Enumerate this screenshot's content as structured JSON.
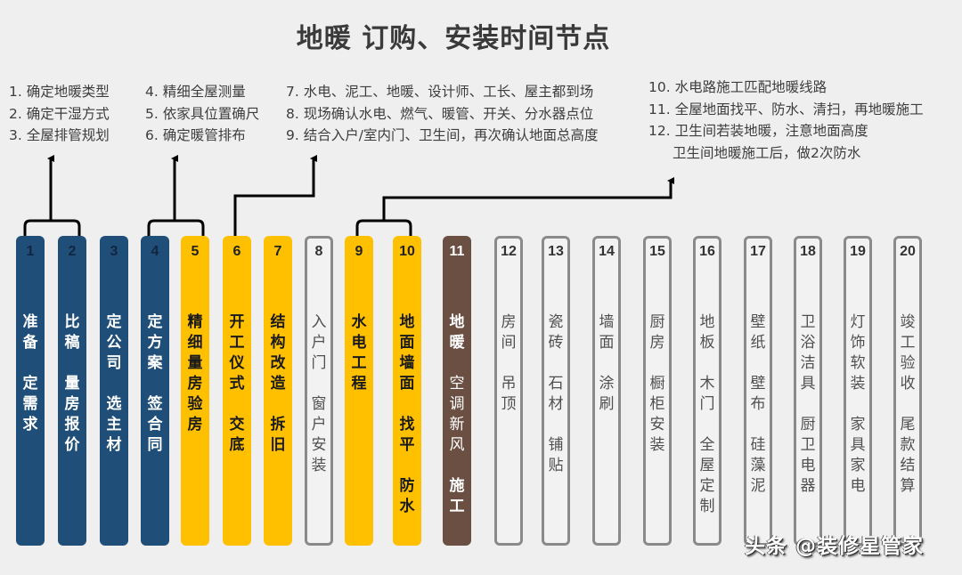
{
  "title": "地暖 订购、安装时间节点",
  "notes": {
    "group1": [
      "1. 确定地暖类型",
      "2. 确定干湿方式",
      "3. 全屋排管规划"
    ],
    "group2": [
      "4. 精细全屋测量",
      "5. 依家具位置确尺",
      "6. 确定暖管排布"
    ],
    "group3": [
      "7. 水电、泥工、地暖、设计师、工长、屋主都到场",
      "8. 现场确认水电、燃气、暖管、开关、分水器点位",
      "9. 结合入户/室内门、卫生间，再次确认地面总高度"
    ],
    "group4": [
      "10. 水电路施工匹配地暖线路",
      "11. 全屋地面找平、防水、清扫，再地暖施工",
      "12. 卫生间若装地暖，注意地面高度",
      "    卫生间地暖施工后，做2次防水"
    ]
  },
  "colors": {
    "navy": "#1f4e79",
    "gold": "#ffc000",
    "brown": "#6b4f43",
    "outline": "#8a8a8a",
    "background": "#efefef"
  },
  "steps": [
    {
      "num": "1",
      "style": "navy",
      "lines": [
        "准备",
        "定需求"
      ]
    },
    {
      "num": "2",
      "style": "navy",
      "lines": [
        "比稿",
        "量房报价"
      ]
    },
    {
      "num": "3",
      "style": "navy",
      "lines": [
        "定公司",
        "选主材"
      ]
    },
    {
      "num": "4",
      "style": "navy",
      "lines": [
        "定方案",
        "签合同"
      ]
    },
    {
      "num": "5",
      "style": "gold",
      "lines": [
        "精细量房验房"
      ]
    },
    {
      "num": "6",
      "style": "gold",
      "lines": [
        "开工仪式",
        "交底"
      ]
    },
    {
      "num": "7",
      "style": "gold",
      "lines": [
        "结构改造",
        "拆旧"
      ]
    },
    {
      "num": "8",
      "style": "outline",
      "lines": [
        "入户门",
        "窗户安装"
      ]
    },
    {
      "num": "9",
      "style": "gold",
      "lines": [
        "水电工程"
      ]
    },
    {
      "num": "10",
      "style": "gold",
      "lines": [
        "地面墙面",
        "找平",
        "防水"
      ]
    },
    {
      "num": "11",
      "style": "brown",
      "lines": [
        "地暖",
        "空调新风",
        "施工"
      ]
    },
    {
      "num": "12",
      "style": "outline",
      "lines": [
        "房间",
        "吊顶"
      ]
    },
    {
      "num": "13",
      "style": "outline",
      "lines": [
        "瓷砖",
        "石材",
        "铺贴"
      ]
    },
    {
      "num": "14",
      "style": "outline",
      "lines": [
        "墙面",
        "涂刷"
      ]
    },
    {
      "num": "15",
      "style": "outline",
      "lines": [
        "厨房",
        "橱柜安装"
      ]
    },
    {
      "num": "16",
      "style": "outline",
      "lines": [
        "地板",
        "木门",
        "全屋定制"
      ]
    },
    {
      "num": "17",
      "style": "outline",
      "lines": [
        "壁纸",
        "壁布",
        "硅藻泥"
      ]
    },
    {
      "num": "18",
      "style": "outline",
      "lines": [
        "卫浴洁具",
        "厨卫电器"
      ]
    },
    {
      "num": "19",
      "style": "outline",
      "lines": [
        "灯饰软装",
        "家具家电"
      ]
    },
    {
      "num": "20",
      "style": "outline",
      "lines": [
        "竣工验收",
        "尾款结算"
      ]
    }
  ],
  "watermark": "头条 @装修星管家"
}
